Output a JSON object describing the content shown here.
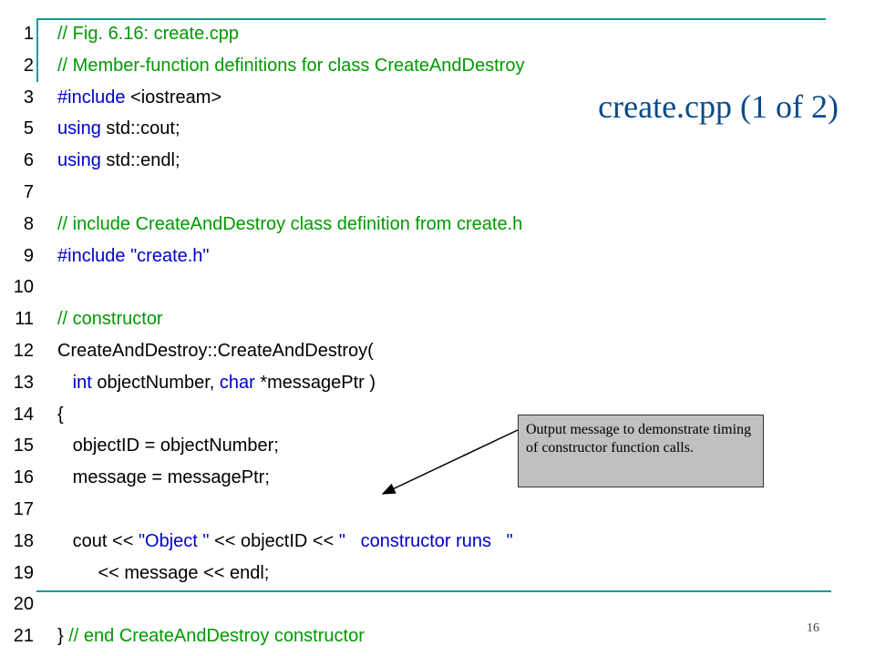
{
  "slide_title": "create.cpp (1 of 2)",
  "page_number": "16",
  "callout": "Output message to demonstrate timing of constructor function calls.",
  "colors": {
    "rule": "#1a9a9a",
    "comment": "#009900",
    "keyword": "#0000cc",
    "title": "#0a4a8a",
    "callout_bg": "#c0c0c0"
  },
  "lines": [
    {
      "num": "1",
      "parts": [
        {
          "t": "// Fig. 6.16: create.cpp",
          "c": "cm"
        }
      ]
    },
    {
      "num": "2",
      "parts": [
        {
          "t": "// Member-function definitions for class CreateAndDestroy",
          "c": "cm"
        }
      ]
    },
    {
      "num": "3",
      "parts": [
        {
          "t": "#include ",
          "c": "kw"
        },
        {
          "t": "<iostream>",
          "c": ""
        }
      ]
    },
    {
      "num": "5",
      "parts": [
        {
          "t": "using ",
          "c": "kw"
        },
        {
          "t": "std::cout;",
          "c": ""
        }
      ]
    },
    {
      "num": "6",
      "parts": [
        {
          "t": "using ",
          "c": "kw"
        },
        {
          "t": "std::endl;",
          "c": ""
        }
      ]
    },
    {
      "num": "7",
      "parts": []
    },
    {
      "num": "8",
      "parts": [
        {
          "t": "// include CreateAndDestroy class definition from create.h",
          "c": "cm"
        }
      ]
    },
    {
      "num": "9",
      "parts": [
        {
          "t": "#include ",
          "c": "kw"
        },
        {
          "t": "\"create.h\"",
          "c": "st"
        }
      ]
    },
    {
      "num": "10",
      "parts": []
    },
    {
      "num": "11",
      "parts": [
        {
          "t": "// constructor",
          "c": "cm"
        }
      ]
    },
    {
      "num": "12",
      "parts": [
        {
          "t": "CreateAndDestroy::CreateAndDestroy(",
          "c": ""
        }
      ]
    },
    {
      "num": "13",
      "parts": [
        {
          "t": "   int ",
          "c": "kw"
        },
        {
          "t": "objectNumber, ",
          "c": ""
        },
        {
          "t": "char ",
          "c": "kw"
        },
        {
          "t": "*messagePtr )",
          "c": ""
        }
      ]
    },
    {
      "num": "14",
      "parts": [
        {
          "t": "{",
          "c": ""
        }
      ]
    },
    {
      "num": "15",
      "parts": [
        {
          "t": "   objectID = objectNumber;",
          "c": ""
        }
      ]
    },
    {
      "num": "16",
      "parts": [
        {
          "t": "   message = messagePtr;",
          "c": ""
        }
      ]
    },
    {
      "num": "17",
      "parts": []
    },
    {
      "num": "18",
      "parts": [
        {
          "t": "   cout << ",
          "c": ""
        },
        {
          "t": "\"Object \"",
          "c": "st"
        },
        {
          "t": " << objectID << ",
          "c": ""
        },
        {
          "t": "\"   constructor runs   \"",
          "c": "st"
        }
      ]
    },
    {
      "num": "19",
      "parts": [
        {
          "t": "        << message << endl;",
          "c": ""
        }
      ]
    },
    {
      "num": "20",
      "parts": []
    },
    {
      "num": "21",
      "parts": [
        {
          "t": "} ",
          "c": ""
        },
        {
          "t": "// end CreateAndDestroy constructor",
          "c": "cm"
        }
      ]
    }
  ]
}
